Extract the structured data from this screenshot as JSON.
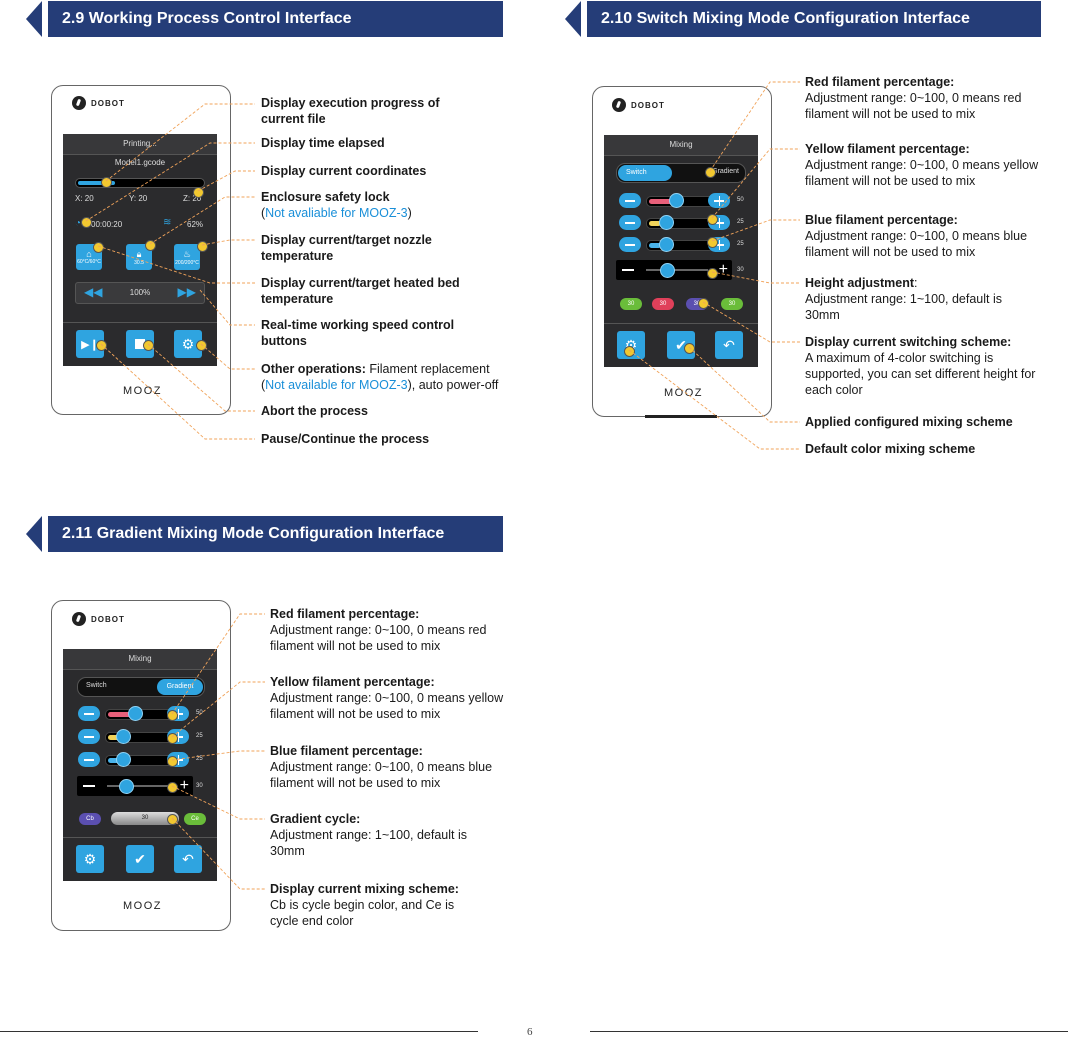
{
  "sections": {
    "s1": {
      "title": "2.9 Working Process Control Interface"
    },
    "s2": {
      "title": "2.10 Switch Mixing Mode Configuration Interface"
    },
    "s3": {
      "title": "2.11 Gradient Mixing Mode Configuration Interface"
    }
  },
  "device": {
    "brand": "DOBOT",
    "model": "MOOZ"
  },
  "screen1": {
    "title": "Printing...",
    "file": "Model1.gcode",
    "progress": 0.3,
    "x": "X: 20",
    "y": "Y: 20",
    "z": "Z: 20",
    "time": "00:00:20",
    "layer_pct": "62%",
    "bed_temp": "60°C/60°C",
    "lock_value": "30.5",
    "nozzle_temp": "200/200°C",
    "speed": "100%"
  },
  "screen2": {
    "title": "Mixing",
    "tab_switch": "Switch",
    "tab_gradient": "Gradient",
    "red_pct": "50",
    "yellow_pct": "25",
    "blue_pct": "25",
    "height": "30",
    "chips": [
      "30",
      "30",
      "30",
      "30"
    ],
    "chip_colors": [
      "#6abd3a",
      "#e0405a",
      "#5b4fb0",
      "#6abd3a"
    ]
  },
  "screen3": {
    "title": "Mixing",
    "tab_switch": "Switch",
    "tab_gradient": "Gradient",
    "red_pct": "50",
    "yellow_pct": "25",
    "blue_pct": "25",
    "height": "30",
    "cb": "Cb",
    "cycle": "30",
    "ce": "Ce"
  },
  "labels1": [
    {
      "bold": "Display execution progress of current file",
      "rest": ""
    },
    {
      "bold": "Display time elapsed",
      "rest": ""
    },
    {
      "bold": "Display current coordinates",
      "rest": ""
    },
    {
      "bold": "Enclosure safety lock",
      "open": "(",
      "note": "Not avaliable for MOOZ-3",
      "close": ")"
    },
    {
      "bold": "Display current/target nozzle temperature",
      "rest": ""
    },
    {
      "bold": "Display current/target heated bed temperature",
      "rest": ""
    },
    {
      "bold": "Real-time working speed control buttons",
      "rest": ""
    },
    {
      "bold": "Other operations:",
      "rest": " Filament replacement",
      "open": "(",
      "note": "Not available for MOOZ-3",
      "close": "), auto power-off"
    },
    {
      "bold": "Abort the process",
      "rest": ""
    },
    {
      "bold": "Pause/Continue the process",
      "rest": ""
    }
  ],
  "labels2": [
    {
      "bold": "Red filament percentage:",
      "rest": "Adjustment range: 0~100, 0 means red filament will not be used to mix"
    },
    {
      "bold": "Yellow filament percentage:",
      "rest": "Adjustment range: 0~100, 0 means yellow filament will not be used to mix"
    },
    {
      "bold": "Blue filament percentage:",
      "rest": "Adjustment range: 0~100, 0 means blue filament will not be used to mix"
    },
    {
      "bold": "Height adjustment",
      "colon": ":",
      "rest": "Adjustment range: 1~100, default is 30mm"
    },
    {
      "bold": "Display current switching scheme:",
      "rest": "A maximum of 4-color switching is supported, you can set different height for each color"
    },
    {
      "bold": "Applied configured mixing scheme",
      "rest": ""
    },
    {
      "bold": "Default color mixing scheme",
      "rest": ""
    }
  ],
  "labels3": [
    {
      "bold": "Red filament percentage:",
      "rest": "Adjustment range: 0~100, 0 means red filament will not be used to mix"
    },
    {
      "bold": "Yellow filament percentage:",
      "rest": "Adjustment range: 0~100, 0 means yellow filament will not be used to mix"
    },
    {
      "bold": "Blue filament percentage:",
      "rest": "Adjustment range: 0~100, 0 means blue filament will not be used to mix"
    },
    {
      "bold": "Gradient cycle:",
      "rest": "Adjustment range: 1~100, default is 30mm"
    },
    {
      "bold": "Display current mixing scheme:",
      "rest": "Cb is cycle begin color, and Ce is cycle end color"
    }
  ],
  "page_number": "6"
}
